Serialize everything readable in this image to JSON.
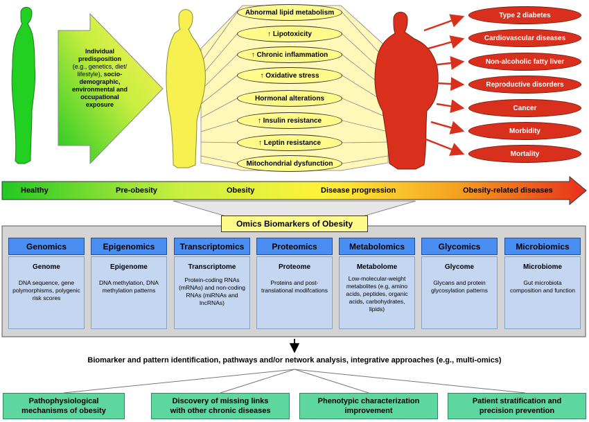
{
  "predisposition": {
    "l1": "Individual",
    "l2": "predisposition",
    "l3": "(e.g., genetics, diet/",
    "l4": "lifestyle),",
    "l4b": " socio-",
    "l5": "demographic,",
    "l6": "environmental and",
    "l7": "occupational",
    "l8": "exposure"
  },
  "mechanisms": [
    "Abnormal lipid metabolism",
    "↑ Lipotoxicity",
    "↑ Chronic inflammation",
    "↑ Oxidative stress",
    "Hormonal alterations",
    "↑ Insulin resistance",
    "↑ Leptin resistance",
    "Mitochondrial dysfunction"
  ],
  "outcomes": [
    "Type 2 diabetes",
    "Cardiovascular diseases",
    "Non-alcoholic fatty liver",
    "Reproductive disorders",
    "Cancer",
    "Morbidity",
    "Mortality"
  ],
  "stages": [
    "Healthy",
    "Pre-obesity",
    "Obesity",
    "Disease progression",
    "Obesity-related diseases"
  ],
  "omics_title": "Omics Biomarkers of Obesity",
  "omics": [
    {
      "name": "Genomics",
      "ome": "Genome",
      "desc": "DNA sequence, gene polymorphisms, polygenic risk scores"
    },
    {
      "name": "Epigenomics",
      "ome": "Epigenome",
      "desc": "DNA methylation, DNA methylation patterns"
    },
    {
      "name": "Transcriptomics",
      "ome": "Transcriptome",
      "desc": "Protein-coding RNAs (mRNAs) and non-coding RNAs (miRNAs and lncRNAs)"
    },
    {
      "name": "Proteomics",
      "ome": "Proteome",
      "desc": "Proteins and post-translational modifcations"
    },
    {
      "name": "Metabolomics",
      "ome": "Metabolome",
      "desc": "Low-molecular-weight metabolites (e.g, amino acids, peptides, organic acids, carbohydrates, lipids)"
    },
    {
      "name": "Glycomics",
      "ome": "Glycome",
      "desc": "Glycans and protein glycosylation patterns"
    },
    {
      "name": "Microbiomics",
      "ome": "Microbiome",
      "desc": "Gut microbiota composition and function"
    }
  ],
  "analysis": "Biomarker and pattern identification, pathways and/or network analysis, integrative approaches (e.g., multi-omics)",
  "applications": [
    {
      "l1": "Pathophysiological",
      "l2": "mechanisms of obesity"
    },
    {
      "l1": "Discovery of missing links",
      "l2": "with other chronic diseases"
    },
    {
      "l1": "Phenotypic characterization",
      "l2": "improvement"
    },
    {
      "l1": "Patient stratification and",
      "l2": "precision prevention"
    }
  ],
  "colors": {
    "healthy": "#22d022",
    "preobese": "#f2f24a",
    "obese": "#d8301c",
    "omics_head": "#4a8ef2",
    "omics_body": "#c4d6f0",
    "application": "#5ed6a0"
  }
}
